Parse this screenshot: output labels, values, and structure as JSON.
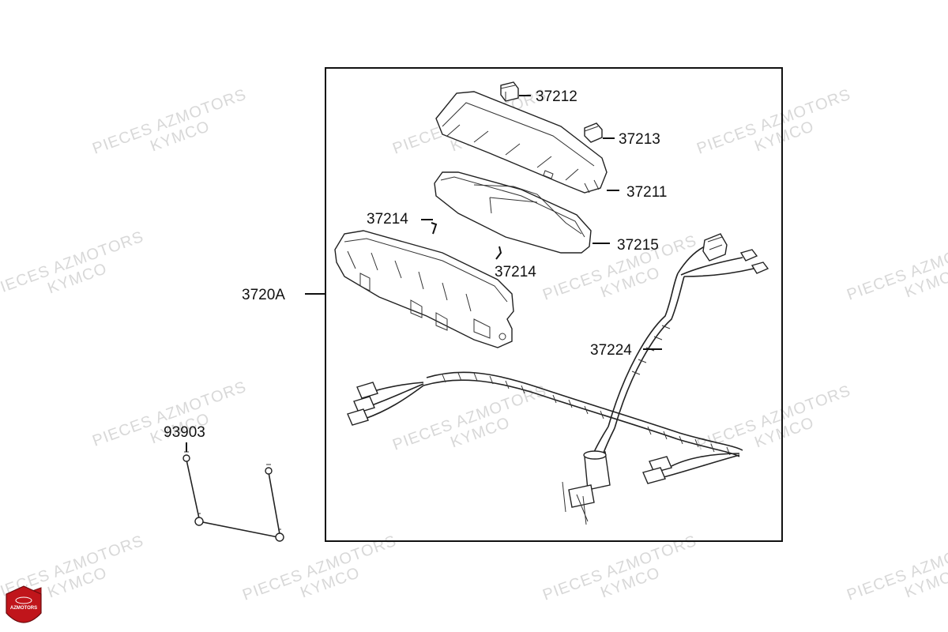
{
  "labels": {
    "p37212": "37212",
    "p37213": "37213",
    "p37211": "37211",
    "p37214a": "37214",
    "p37214b": "37214",
    "p37215": "37215",
    "p3720A": "3720A",
    "p37224": "37224",
    "p93903": "93903"
  },
  "watermark": {
    "line1": "PIECES AZMOTORS",
    "line2": "KYMCO"
  },
  "logo": {
    "text": "AZMOTORS",
    "color": "#c0151b"
  }
}
